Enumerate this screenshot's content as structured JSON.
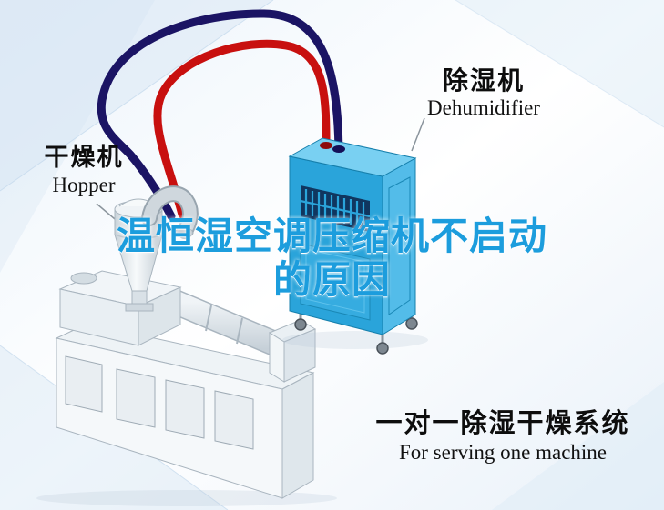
{
  "labels": {
    "hopper": {
      "cn": "干燥机",
      "en": "Hopper"
    },
    "dehumidifier": {
      "cn": "除湿机",
      "en": "Dehumidifier"
    },
    "title": {
      "line1": "温恒湿空调压缩机不启动",
      "line2": "的原因"
    },
    "footer": {
      "cn": "一对一除湿干燥系统",
      "en": "For serving one machine"
    }
  },
  "colors": {
    "title_text": "#1c9ddd",
    "label_text": "#0d0d0d",
    "hose_red": "#c8100f",
    "hose_navy": "#1b1464",
    "dehumidifier_body": "#2aa4da",
    "machine_body": "#f5f8fa",
    "background_tint": "#d7e6f4"
  }
}
